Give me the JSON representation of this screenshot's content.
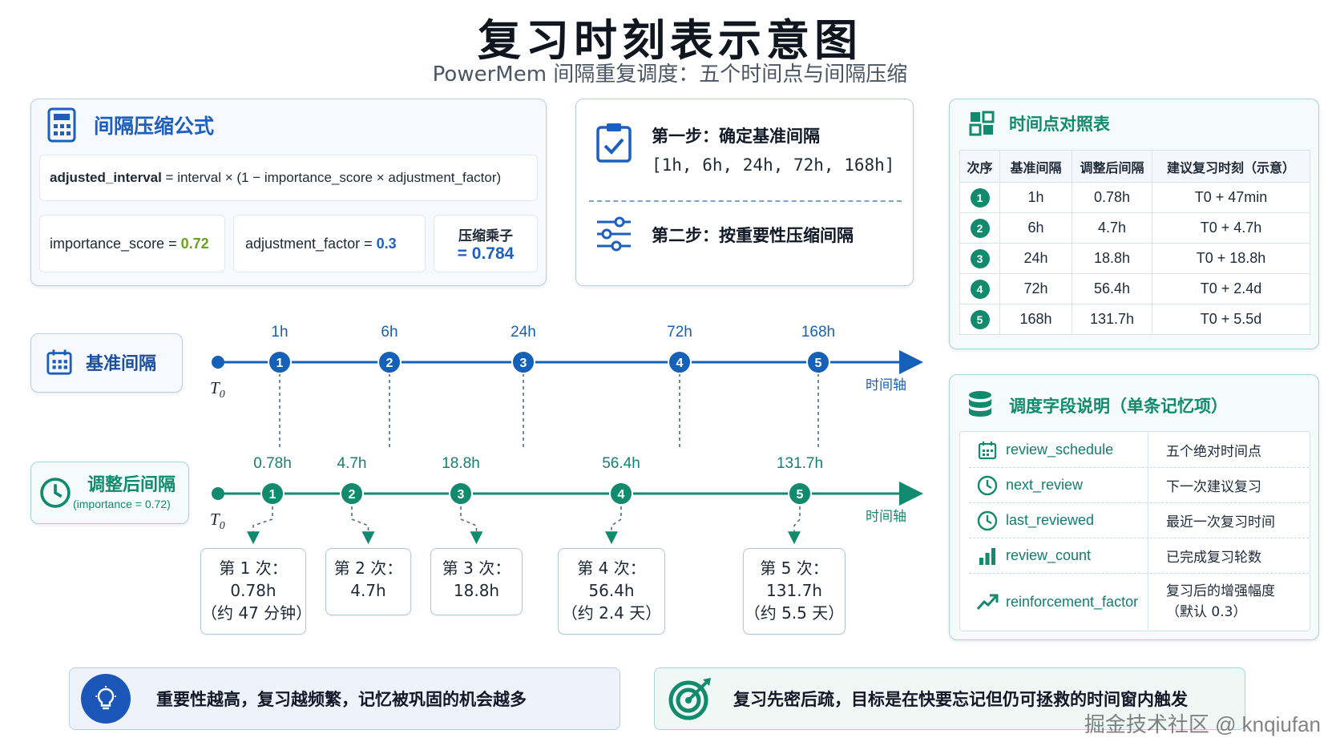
{
  "title": "复习时刻表示意图",
  "subtitle": "PowerMem 间隔重复调度：五个时间点与间隔压缩",
  "formula": {
    "heading": "间隔压缩公式",
    "lhs": "adjusted_interval",
    "rhs": " = interval × (1 − importance_score × adjustment_factor)",
    "importance_label": "importance_score = ",
    "importance_value": "0.72",
    "factor_label": "adjustment_factor = ",
    "factor_value": "0.3",
    "multiplier_label": "压缩乘子",
    "multiplier_value": "= 0.784"
  },
  "steps": {
    "step1": "第一步：确定基准间隔",
    "step1_values": "[1h, 6h, 24h, 72h, 168h]",
    "step2": "第二步：按重要性压缩间隔"
  },
  "table": {
    "heading": "时间点对照表",
    "columns": [
      "次序",
      "基准间隔",
      "调整后间隔",
      "建议复习时刻（示意）"
    ],
    "rows": [
      {
        "n": "1",
        "base": "1h",
        "adjusted": "0.78h",
        "time": "T0 + 47min"
      },
      {
        "n": "2",
        "base": "6h",
        "adjusted": "4.7h",
        "time": "T0 + 4.7h"
      },
      {
        "n": "3",
        "base": "24h",
        "adjusted": "18.8h",
        "time": "T0 + 18.8h"
      },
      {
        "n": "4",
        "base": "72h",
        "adjusted": "56.4h",
        "time": "T0 + 2.4d"
      },
      {
        "n": "5",
        "base": "168h",
        "adjusted": "131.7h",
        "time": "T0 + 5.5d"
      }
    ]
  },
  "fields": {
    "heading": "调度字段说明（单条记忆项）",
    "rows": [
      {
        "name": "review_schedule",
        "desc": "五个绝对时间点",
        "icon": "calendar-icon"
      },
      {
        "name": "next_review",
        "desc": "下一次建议复习",
        "icon": "clock-icon"
      },
      {
        "name": "last_reviewed",
        "desc": "最近一次复习时间",
        "icon": "clock-icon"
      },
      {
        "name": "review_count",
        "desc": "已完成复习轮数",
        "icon": "bar-chart-icon"
      },
      {
        "name": "reinforcement_factor",
        "desc": "复习后的增强幅度",
        "desc2": "（默认 0.3）",
        "icon": "trend-up-icon"
      }
    ]
  },
  "timeline": {
    "base_label": "基准间隔",
    "adjusted_label": "调整后间隔",
    "adjusted_sub": "(importance = 0.72)",
    "t0": "T",
    "t0_sub": "0",
    "axis_name": "时间轴",
    "base_nodes": [
      {
        "n": "1",
        "label": "1h",
        "hours": 1
      },
      {
        "n": "2",
        "label": "6h",
        "hours": 6
      },
      {
        "n": "3",
        "label": "24h",
        "hours": 24
      },
      {
        "n": "4",
        "label": "72h",
        "hours": 72
      },
      {
        "n": "5",
        "label": "168h",
        "hours": 168
      }
    ],
    "adjusted_nodes": [
      {
        "n": "1",
        "label": "0.78h",
        "hours": 0.78
      },
      {
        "n": "2",
        "label": "4.7h",
        "hours": 4.7
      },
      {
        "n": "3",
        "label": "18.8h",
        "hours": 18.8
      },
      {
        "n": "4",
        "label": "56.4h",
        "hours": 56.4
      },
      {
        "n": "5",
        "label": "131.7h",
        "hours": 131.7
      }
    ],
    "reviews": [
      {
        "line1": "第 1 次：",
        "line2": "0.78h",
        "line3": "（约 47 分钟）"
      },
      {
        "line1": "第 2 次：",
        "line2": "4.7h",
        "line3": ""
      },
      {
        "line1": "第 3 次：",
        "line2": "18.8h",
        "line3": ""
      },
      {
        "line1": "第 4 次：",
        "line2": "56.4h",
        "line3": "（约 2.4 天）"
      },
      {
        "line1": "第 5 次：",
        "line2": "131.7h",
        "line3": "（约 5.5 天）"
      }
    ]
  },
  "banners": {
    "left": "重要性越高，复习越频繁，记忆被巩固的机会越多",
    "right": "复习先密后疏，目标是在快要忘记但仍可拯救的时间窗内触发"
  },
  "watermark": "掘金技术社区 @ knqiufan",
  "colors": {
    "blue": "#1560b8",
    "teal": "#128a6e",
    "navy": "#1c4f9c"
  }
}
